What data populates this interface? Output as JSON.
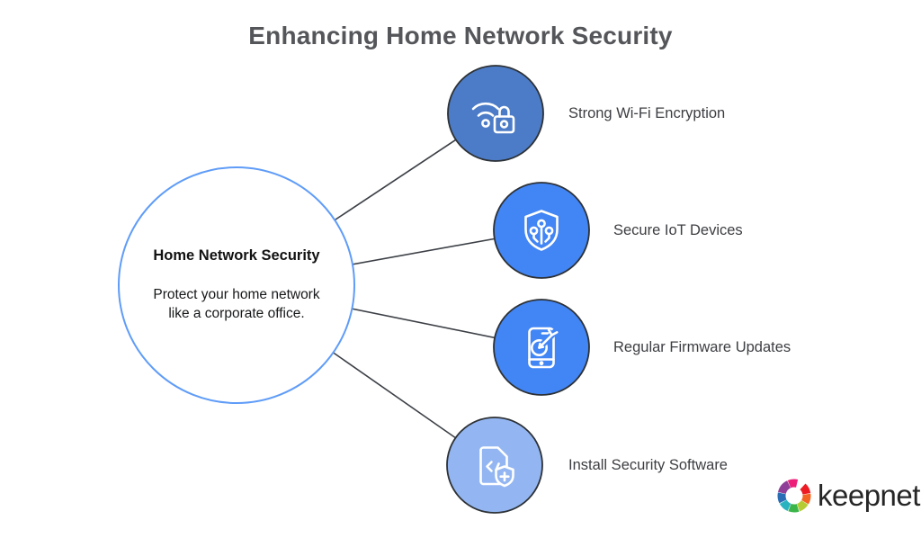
{
  "title": "Enhancing Home Network Security",
  "center_node": {
    "heading": "Home Network Security",
    "description": "Protect your home network like a corporate office.",
    "border_color": "#5f9cf8"
  },
  "nodes": [
    {
      "label": "Strong Wi-Fi Encryption",
      "icon": "wifi-lock-icon",
      "fill": "#4c7cc7"
    },
    {
      "label": "Secure IoT Devices",
      "icon": "shield-circuit-icon",
      "fill": "#4285f4"
    },
    {
      "label": "Regular Firmware Updates",
      "icon": "phone-target-icon",
      "fill": "#4285f4"
    },
    {
      "label": "Install Security Software",
      "icon": "document-shield-icon",
      "fill": "#93b6f2"
    }
  ],
  "connector_color": "#3c4046",
  "node_border_color": "#2d3135",
  "logo": {
    "text": "keepnet",
    "segment_colors": [
      "#ec1e79",
      "#ed1c24",
      "#f26522",
      "#b5cc34",
      "#3bb54a",
      "#29b3c0",
      "#2a6db5",
      "#8f3f97"
    ]
  }
}
